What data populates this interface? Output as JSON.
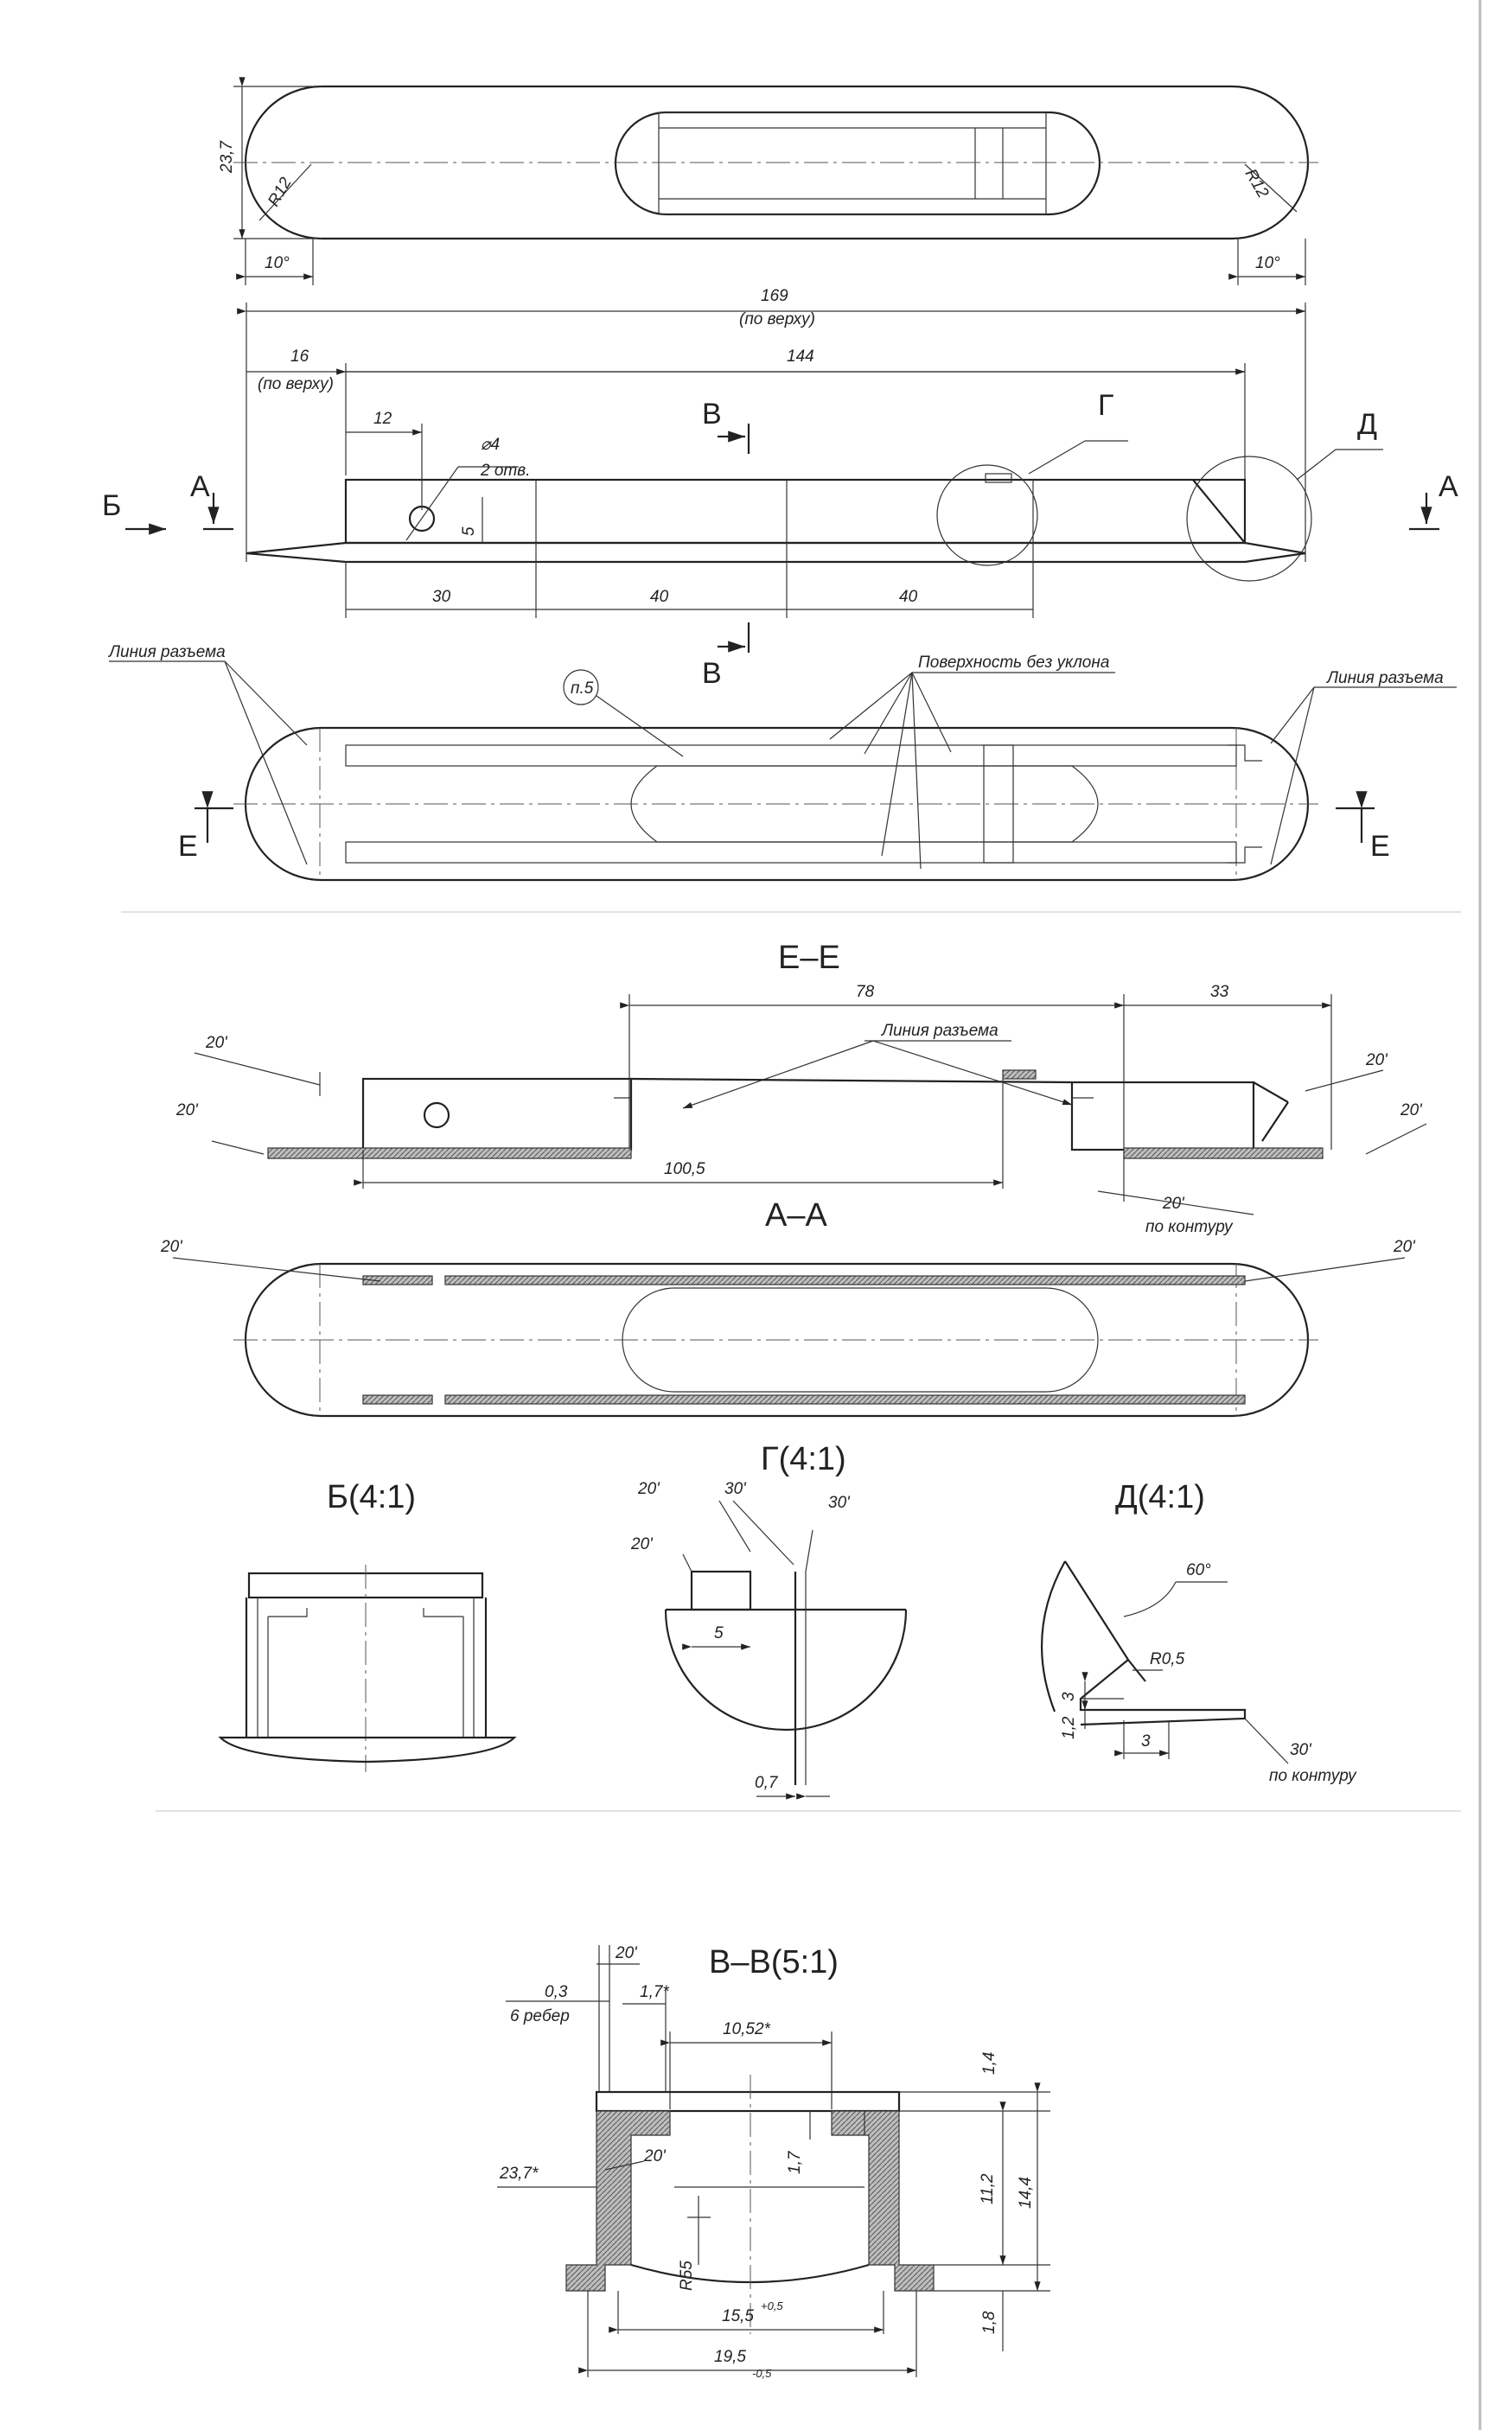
{
  "top_view": {
    "dim_height": "23,7",
    "radius_left": "R12",
    "radius_right": "R12",
    "angle_left": "10°",
    "angle_right": "10°"
  },
  "front_view": {
    "dim_overall": "169",
    "dim_overall_note": "(по верху)",
    "dim_offset": "16",
    "dim_offset_note": "(по верху)",
    "dim_inner": "144",
    "dim_hole_pos": "12",
    "hole_label": "⌀4",
    "hole_count": "2 отв.",
    "dim_hole_height": "5",
    "dim_seg1": "30",
    "dim_seg2": "40",
    "dim_seg3": "40",
    "view_b": "Б",
    "section_a_left": "А",
    "section_a_right": "А",
    "section_v_top": "В",
    "section_v_bottom": "В",
    "detail_g": "Г",
    "detail_d": "Д"
  },
  "plan_view": {
    "parting_left": "Линия разъема",
    "parting_right": "Линия разъема",
    "surface_note": "Поверхность без уклона",
    "mark": "п.5",
    "section_e_left": "Е",
    "section_e_right": "Е"
  },
  "section_ee": {
    "title": "Е–Е",
    "dim_78": "78",
    "dim_33": "33",
    "parting": "Линия разъема",
    "ang_1": "20'",
    "ang_2": "20'",
    "ang_3": "20'",
    "ang_4": "20'",
    "ang_5": "20'",
    "contour_note": "по контуру",
    "dim_100": "100,5"
  },
  "section_aa": {
    "title": "А–А",
    "ang_left": "20'",
    "ang_right": "20'"
  },
  "detail_b": {
    "title": "Б(4:1)"
  },
  "detail_g": {
    "title": "Г(4:1)",
    "ang_1": "20'",
    "ang_2": "30'",
    "ang_3": "20'",
    "ang_4": "30'",
    "dim_5": "5",
    "dim_07": "0,7"
  },
  "detail_d": {
    "title": "Д(4:1)",
    "ang_60": "60°",
    "radius": "R0,5",
    "dim_3a": "3",
    "dim_12": "1,2",
    "dim_3b": "3",
    "ang_30": "30'",
    "contour_note": "по контуру"
  },
  "section_vv": {
    "title": "В–В(5:1)",
    "ang_top": "20'",
    "dim_03": "0,3",
    "ribs_note": "6 ребер",
    "dim_17a": "1,7*",
    "dim_1052": "10,52*",
    "dim_14": "1,4",
    "dim_17b": "1,7",
    "ang_inner": "20'",
    "dim_237": "23,7*",
    "dim_112": "11,2",
    "dim_144": "14,4",
    "radius": "R55",
    "dim_155": "15,5",
    "tol_155": "+0,5",
    "dim_18": "1,8",
    "dim_195": "19,5",
    "tol_195": "-0,5"
  }
}
